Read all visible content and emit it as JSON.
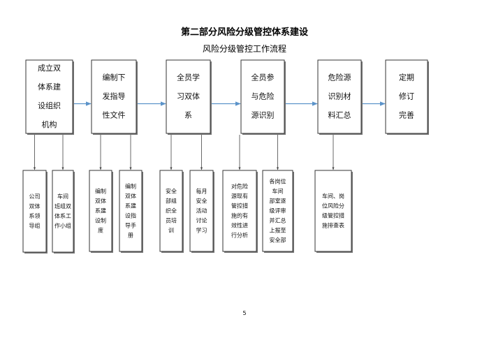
{
  "document": {
    "heading": "第二部分风险分级管控体系建设",
    "subheading": "风险分级管控工作流程",
    "page_number": "5"
  },
  "flow": {
    "stages": [
      {
        "id": "s1",
        "lines": [
          "成立双",
          "体系建",
          "设组织",
          "机构"
        ]
      },
      {
        "id": "s2",
        "lines": [
          "编制下",
          "发指导",
          "性文件"
        ]
      },
      {
        "id": "s3",
        "lines": [
          "全员学",
          "习双体",
          "系"
        ]
      },
      {
        "id": "s4",
        "lines": [
          "全员参",
          "与危险",
          "源识别"
        ]
      },
      {
        "id": "s5",
        "lines": [
          "危险源",
          "识别材",
          "料汇总"
        ]
      },
      {
        "id": "s6",
        "lines": [
          "定期",
          "修订",
          "完善"
        ]
      }
    ],
    "tasks": [
      {
        "stage": "s1",
        "lines": [
          "公司",
          "双体",
          "系领",
          "导组"
        ]
      },
      {
        "stage": "s1",
        "lines": [
          "车间",
          "班组双",
          "体系工",
          "作小组"
        ]
      },
      {
        "stage": "s2",
        "lines": [
          "编制",
          "双体",
          "系建",
          "设制",
          "度"
        ]
      },
      {
        "stage": "s2",
        "lines": [
          "编制",
          "双体",
          "系建",
          "设指",
          "导手",
          "册"
        ]
      },
      {
        "stage": "s3",
        "lines": [
          "安全",
          "部组",
          "织全",
          "员培",
          "训"
        ]
      },
      {
        "stage": "s3",
        "lines": [
          "每月",
          "安全",
          "活动",
          "讨论",
          "学习"
        ]
      },
      {
        "stage": "s4",
        "lines": [
          "对危险",
          "源现有",
          "管控措",
          "施的有",
          "效性进",
          "行分析"
        ]
      },
      {
        "stage": "s4",
        "lines": [
          "各岗位",
          "车间",
          "部室逐",
          "级评审",
          "并汇总",
          "上报至",
          "安全部"
        ]
      },
      {
        "stage": "s5",
        "lines": [
          "车间、岗",
          "位风险分",
          "级管控措",
          "施排查表"
        ]
      }
    ]
  }
}
